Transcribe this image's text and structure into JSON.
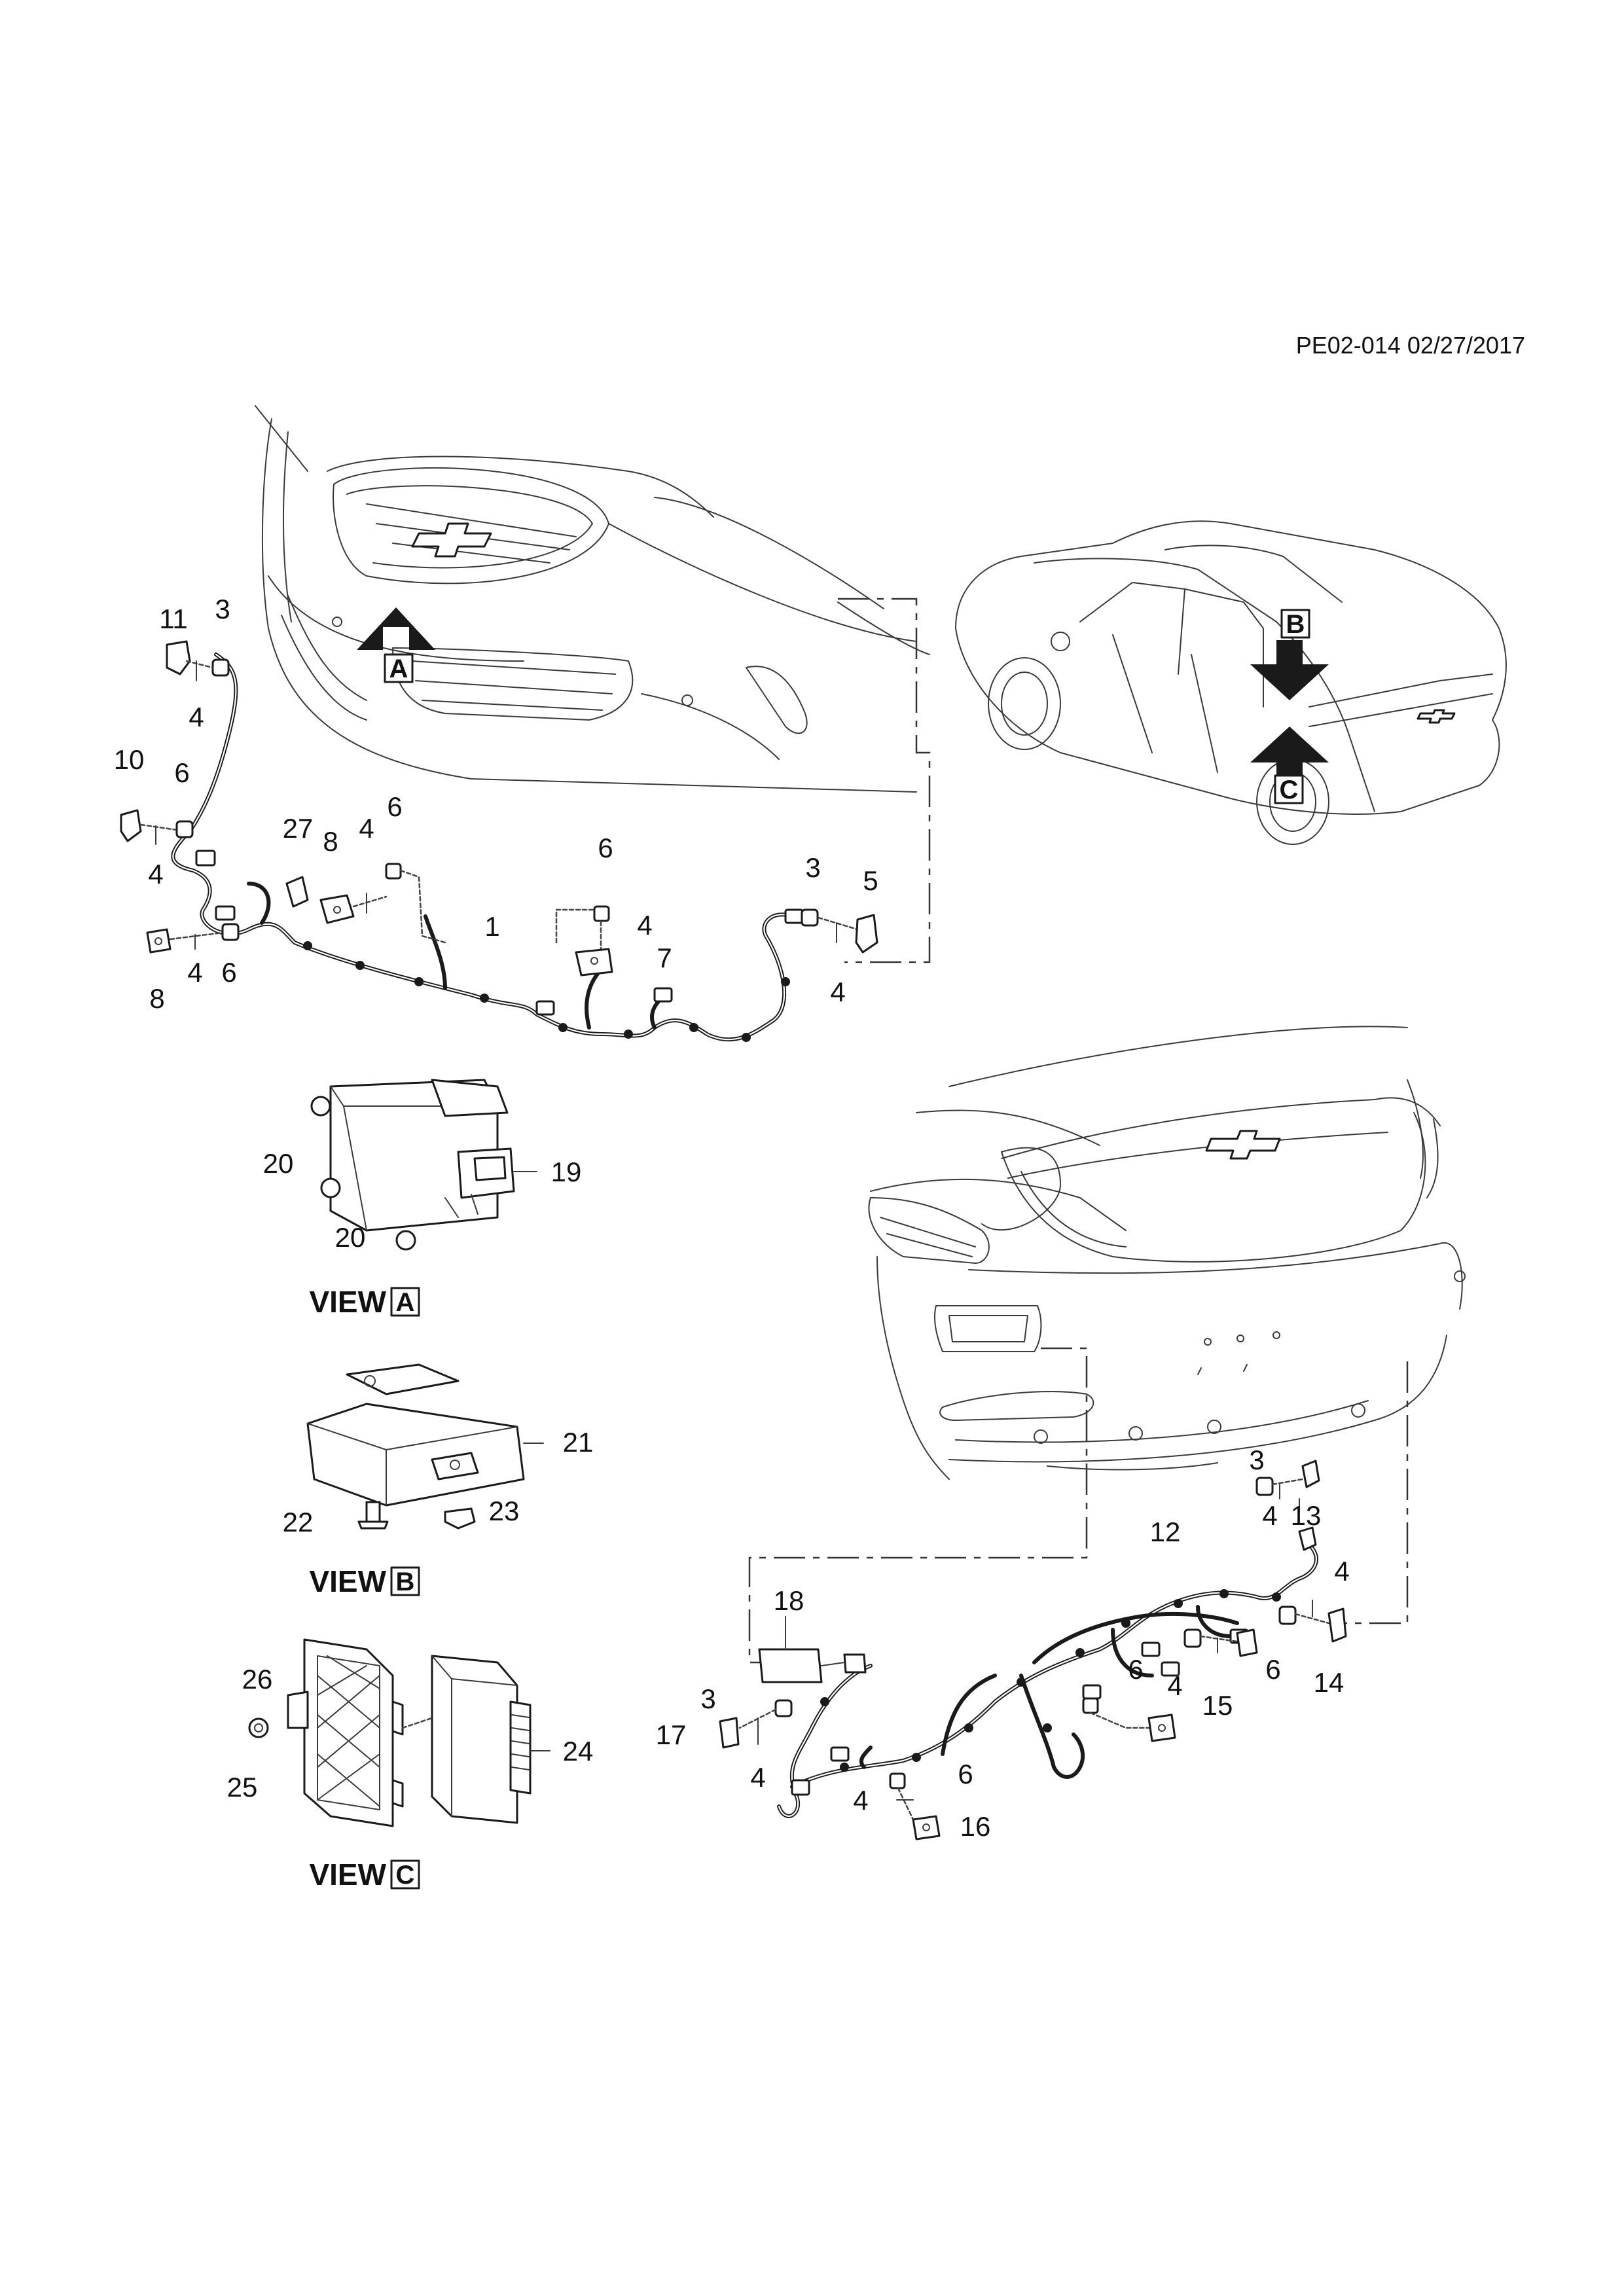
{
  "reference_code": "PE02-014 02/27/2017",
  "views": {
    "a": {
      "word": "VIEW",
      "letter": "A"
    },
    "b": {
      "word": "VIEW",
      "letter": "B"
    },
    "c": {
      "word": "VIEW",
      "letter": "C"
    }
  },
  "view_arrows": {
    "a": "A",
    "b": "B",
    "c": "C"
  },
  "callouts": {
    "front_11": "11",
    "front_3": "3",
    "front_4a": "4",
    "front_10": "10",
    "front_6a": "6",
    "front_4b": "4",
    "front_27": "27",
    "front_8a": "8",
    "front_4c": "4",
    "front_6b": "6",
    "front_6c": "6",
    "front_4d": "4",
    "front_7": "7",
    "front_1": "1",
    "front_3b": "3",
    "front_5": "5",
    "front_4e": "4",
    "front_8b": "8",
    "front_4f": "4",
    "front_6d": "6",
    "va_20a": "20",
    "va_19": "19",
    "va_20b": "20",
    "vb_21": "21",
    "vb_22": "22",
    "vb_23": "23",
    "vc_26": "26",
    "vc_25": "25",
    "vc_24": "24",
    "rear_3a": "3",
    "rear_4a": "4",
    "rear_13": "13",
    "rear_12": "12",
    "rear_4b": "4",
    "rear_18": "18",
    "rear_6a": "6",
    "rear_4c": "4",
    "rear_6b": "6",
    "rear_14": "14",
    "rear_15": "15",
    "rear_3b": "3",
    "rear_17": "17",
    "rear_4d": "4",
    "rear_6c": "6",
    "rear_4e": "4",
    "rear_16": "16"
  }
}
